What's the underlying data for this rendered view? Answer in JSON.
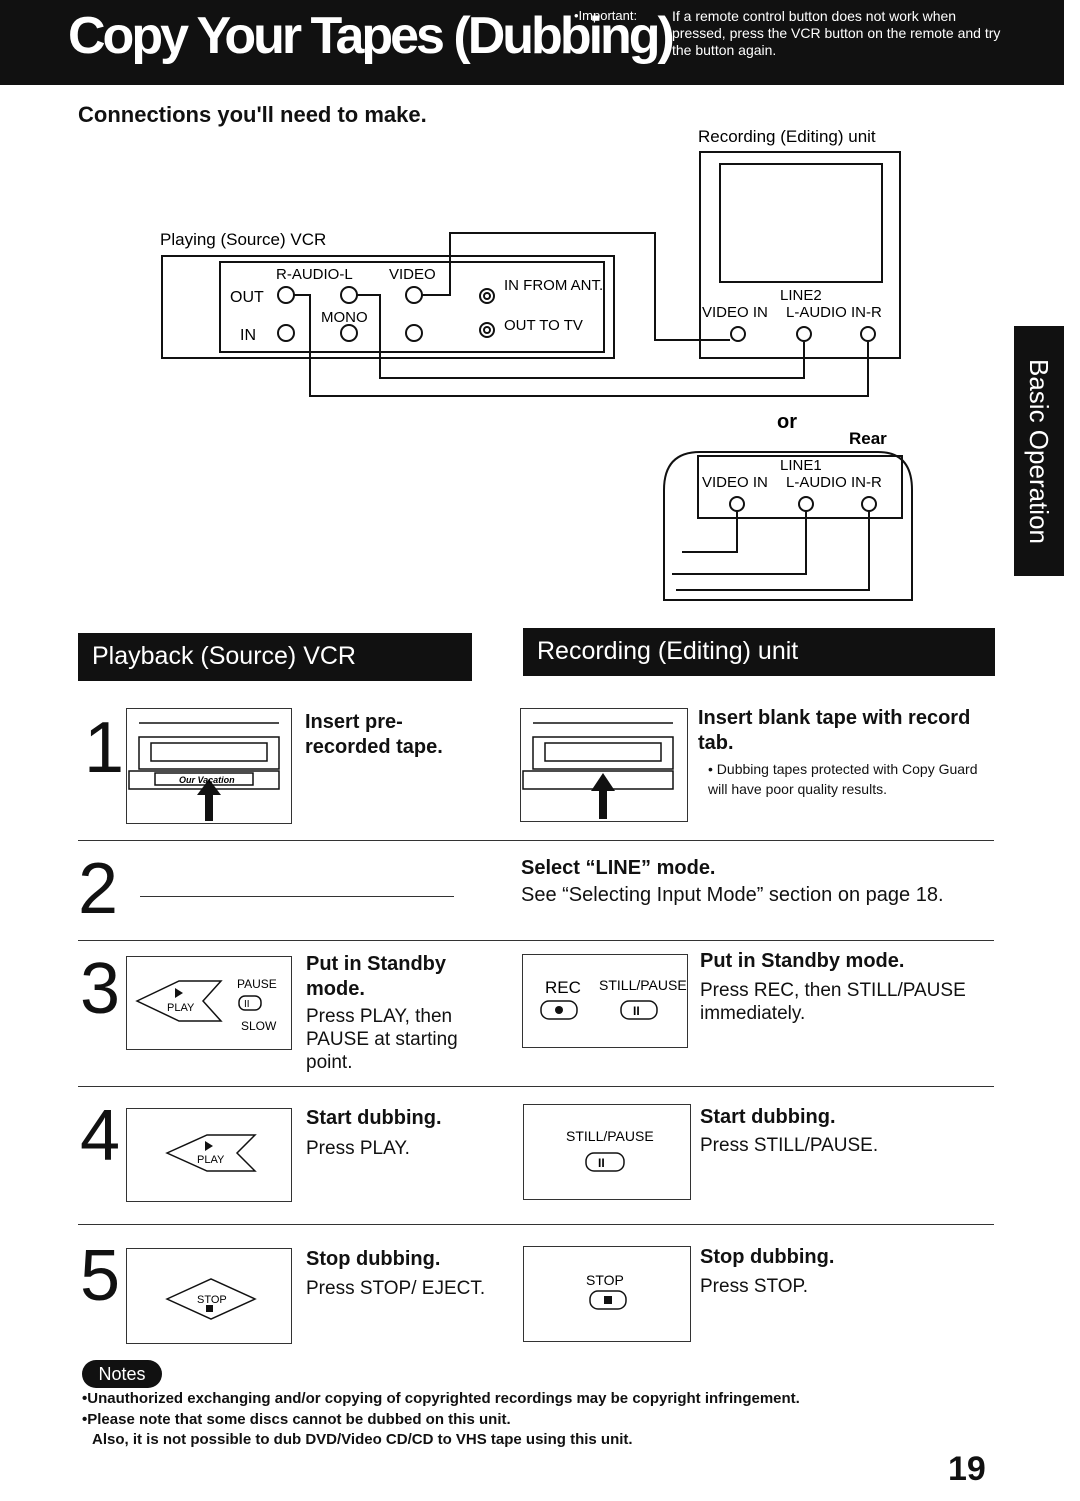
{
  "header": {
    "title": "Copy Your Tapes (Dubbing)",
    "important_label": "•Important:",
    "important_text": "If a remote control button does not work when pressed, press the VCR button on the remote and try the button again."
  },
  "connections": {
    "heading": "Connections you'll need to make.",
    "recording_unit_label": "Recording (Editing) unit",
    "playing_vcr_label": "Playing (Source) VCR",
    "vcr_panel": {
      "r_audio_l": "R-AUDIO-L",
      "video": "VIDEO",
      "out": "OUT",
      "in": "IN",
      "mono": "MONO",
      "in_from_ant": "IN FROM ANT.",
      "out_to_tv": "OUT TO TV"
    },
    "line2_label": "LINE2",
    "video_in": "VIDEO IN",
    "l_audio_in_r": "L-AUDIO IN-R",
    "or_label": "or",
    "rear_label": "Rear",
    "line1_label": "LINE1"
  },
  "sections": {
    "playback_title": "Playback (Source) VCR",
    "recording_title": "Recording (Editing) unit"
  },
  "side_tab": "Basic Operation",
  "steps": [
    {
      "number": "1",
      "left_title": "Insert pre-recorded tape.",
      "left_cassette_label": "Our Vacation",
      "right_title": "Insert blank tape with record tab.",
      "right_note": "• Dubbing tapes protected with Copy Guard will have poor quality results."
    },
    {
      "number": "2",
      "right_title": "Select “LINE” mode.",
      "right_text": "See “Selecting Input Mode” section on page 18."
    },
    {
      "number": "3",
      "left_title": "Put in Standby mode.",
      "left_text": "Press PLAY, then PAUSE at starting point.",
      "left_pause_label": "PAUSE",
      "left_slow_label": "SLOW",
      "left_play_label": "PLAY",
      "right_title": "Put in Standby mode.",
      "right_text": "Press REC, then STILL/PAUSE immediately.",
      "right_rec_label": "REC",
      "right_stillpause_label": "STILL/PAUSE"
    },
    {
      "number": "4",
      "left_title": "Start dubbing.",
      "left_text": "Press PLAY.",
      "left_play_label": "PLAY",
      "right_title": "Start dubbing.",
      "right_text": "Press STILL/PAUSE.",
      "right_stillpause_label": "STILL/PAUSE"
    },
    {
      "number": "5",
      "left_title": "Stop dubbing.",
      "left_text": "Press STOP/ EJECT.",
      "left_stop_label": "STOP",
      "right_title": "Stop dubbing.",
      "right_text": "Press STOP.",
      "right_stop_label": "STOP"
    }
  ],
  "notes": {
    "badge": "Notes",
    "items": [
      "•Unauthorized exchanging and/or copying of copyrighted recordings may be copyright infringement.",
      "•Please note that some discs cannot be dubbed on this unit.",
      "Also, it is not possible to dub DVD/Video CD/CD to VHS tape using this unit."
    ]
  },
  "page_number": "19"
}
